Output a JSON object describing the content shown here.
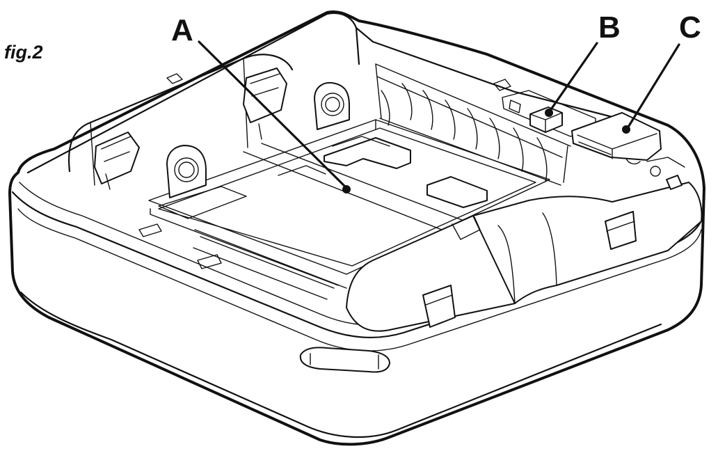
{
  "figure": {
    "caption": "fig.2",
    "callouts": [
      {
        "id": "a",
        "label": "A"
      },
      {
        "id": "b",
        "label": "B"
      },
      {
        "id": "c",
        "label": "C"
      }
    ]
  },
  "colors": {
    "line": "#111111",
    "background": "#ffffff"
  }
}
